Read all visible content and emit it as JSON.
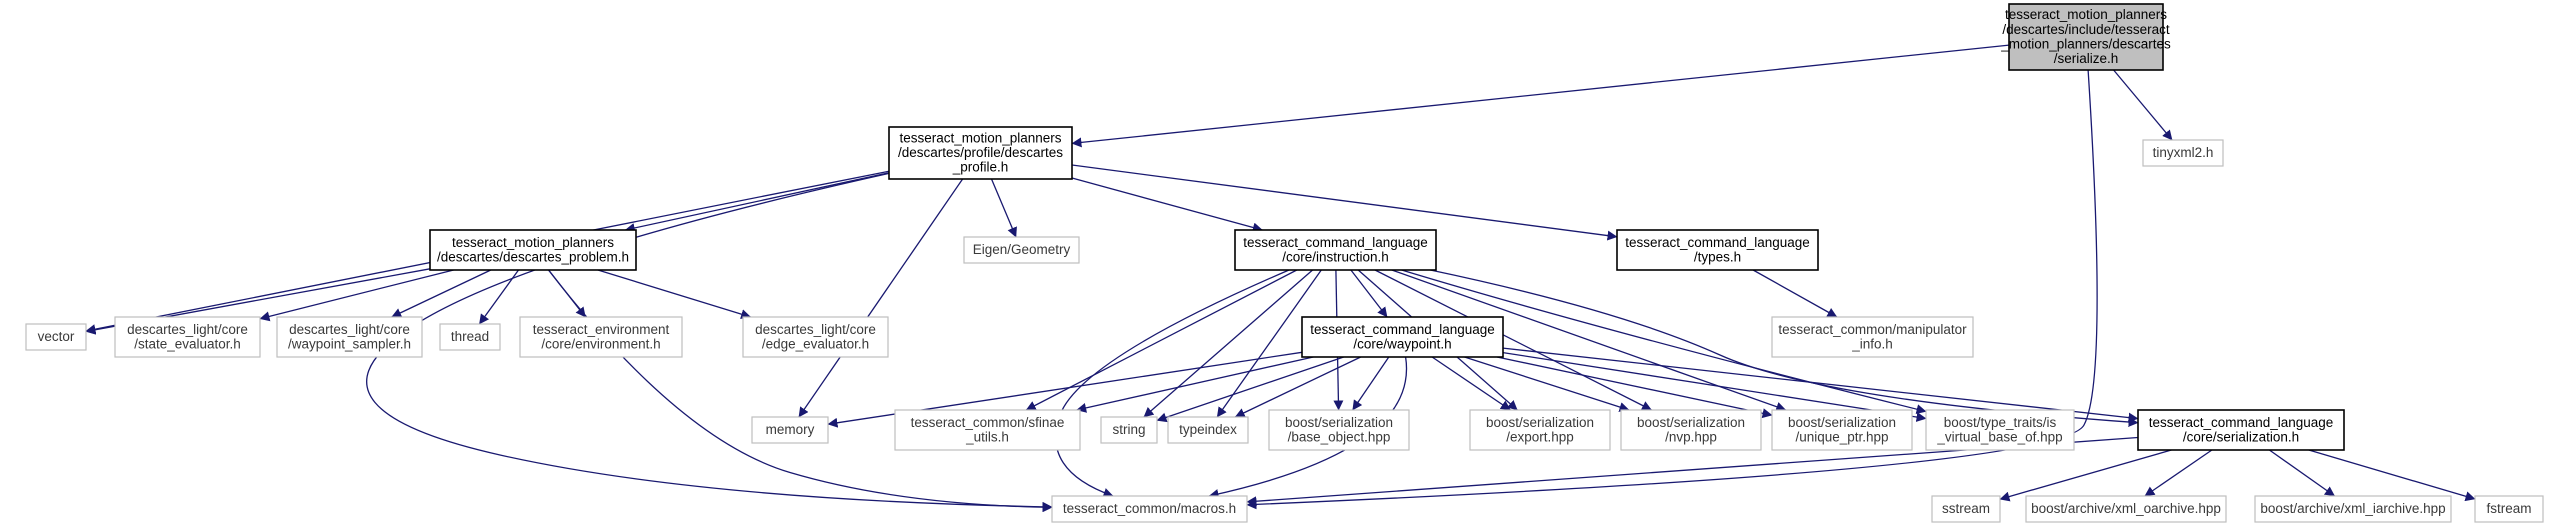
{
  "graph": {
    "edge_color": "#191970",
    "focus_color": "#bfbfbf",
    "nodes": {
      "serialize": {
        "lines": [
          "tesseract_motion_planners",
          "/descartes/include/tesseract",
          "_motion_planners/descartes",
          "/serialize.h"
        ],
        "kind": "focus"
      },
      "descartes_profile": {
        "lines": [
          "tesseract_motion_planners",
          "/descartes/profile/descartes",
          "_profile.h"
        ],
        "kind": "doc"
      },
      "tinyxml2": {
        "lines": [
          "tinyxml2.h"
        ],
        "kind": "ext"
      },
      "descartes_problem": {
        "lines": [
          "tesseract_motion_planners",
          "/descartes/descartes_problem.h"
        ],
        "kind": "doc"
      },
      "eigen_geometry": {
        "lines": [
          "Eigen/Geometry"
        ],
        "kind": "ext"
      },
      "instruction": {
        "lines": [
          "tesseract_command_language",
          "/core/instruction.h"
        ],
        "kind": "doc"
      },
      "types": {
        "lines": [
          "tesseract_command_language",
          "/types.h"
        ],
        "kind": "doc"
      },
      "vector": {
        "lines": [
          "vector"
        ],
        "kind": "ext"
      },
      "state_evaluator": {
        "lines": [
          "descartes_light/core",
          "/state_evaluator.h"
        ],
        "kind": "ext"
      },
      "waypoint_sampler": {
        "lines": [
          "descartes_light/core",
          "/waypoint_sampler.h"
        ],
        "kind": "ext"
      },
      "thread": {
        "lines": [
          "thread"
        ],
        "kind": "ext"
      },
      "environment": {
        "lines": [
          "tesseract_environment",
          "/core/environment.h"
        ],
        "kind": "ext"
      },
      "edge_evaluator": {
        "lines": [
          "descartes_light/core",
          "/edge_evaluator.h"
        ],
        "kind": "ext"
      },
      "waypoint": {
        "lines": [
          "tesseract_command_language",
          "/core/waypoint.h"
        ],
        "kind": "doc"
      },
      "manipulator_info": {
        "lines": [
          "tesseract_common/manipulator",
          "_info.h"
        ],
        "kind": "ext"
      },
      "memory": {
        "lines": [
          "memory"
        ],
        "kind": "ext"
      },
      "sfinae": {
        "lines": [
          "tesseract_common/sfinae",
          "_utils.h"
        ],
        "kind": "ext"
      },
      "string": {
        "lines": [
          "string"
        ],
        "kind": "ext"
      },
      "typeindex": {
        "lines": [
          "typeindex"
        ],
        "kind": "ext"
      },
      "base_object": {
        "lines": [
          "boost/serialization",
          "/base_object.hpp"
        ],
        "kind": "ext"
      },
      "export": {
        "lines": [
          "boost/serialization",
          "/export.hpp"
        ],
        "kind": "ext"
      },
      "nvp": {
        "lines": [
          "boost/serialization",
          "/nvp.hpp"
        ],
        "kind": "ext"
      },
      "unique_ptr": {
        "lines": [
          "boost/serialization",
          "/unique_ptr.hpp"
        ],
        "kind": "ext"
      },
      "virtual_base": {
        "lines": [
          "boost/type_traits/is",
          "_virtual_base_of.hpp"
        ],
        "kind": "ext"
      },
      "serialization": {
        "lines": [
          "tesseract_command_language",
          "/core/serialization.h"
        ],
        "kind": "doc"
      },
      "macros": {
        "lines": [
          "tesseract_common/macros.h"
        ],
        "kind": "ext"
      },
      "sstream": {
        "lines": [
          "sstream"
        ],
        "kind": "ext"
      },
      "xml_oarchive": {
        "lines": [
          "boost/archive/xml_oarchive.hpp"
        ],
        "kind": "ext"
      },
      "xml_iarchive": {
        "lines": [
          "boost/archive/xml_iarchive.hpp"
        ],
        "kind": "ext"
      },
      "fstream": {
        "lines": [
          "fstream"
        ],
        "kind": "ext"
      }
    },
    "edges": [
      [
        "serialize",
        "descartes_profile"
      ],
      [
        "serialize",
        "tinyxml2"
      ],
      [
        "serialize",
        "macros"
      ],
      [
        "descartes_profile",
        "descartes_problem"
      ],
      [
        "descartes_profile",
        "eigen_geometry"
      ],
      [
        "descartes_profile",
        "instruction"
      ],
      [
        "descartes_profile",
        "types"
      ],
      [
        "descartes_profile",
        "vector"
      ],
      [
        "descartes_profile",
        "memory"
      ],
      [
        "descartes_profile",
        "macros"
      ],
      [
        "descartes_problem",
        "vector"
      ],
      [
        "descartes_problem",
        "state_evaluator"
      ],
      [
        "descartes_problem",
        "waypoint_sampler"
      ],
      [
        "descartes_problem",
        "thread"
      ],
      [
        "descartes_problem",
        "environment"
      ],
      [
        "descartes_problem",
        "edge_evaluator"
      ],
      [
        "descartes_problem",
        "macros"
      ],
      [
        "instruction",
        "waypoint"
      ],
      [
        "instruction",
        "sfinae"
      ],
      [
        "instruction",
        "string"
      ],
      [
        "instruction",
        "typeindex"
      ],
      [
        "instruction",
        "base_object"
      ],
      [
        "instruction",
        "export"
      ],
      [
        "instruction",
        "nvp"
      ],
      [
        "instruction",
        "unique_ptr"
      ],
      [
        "instruction",
        "virtual_base"
      ],
      [
        "instruction",
        "serialization"
      ],
      [
        "instruction",
        "macros"
      ],
      [
        "types",
        "manipulator_info"
      ],
      [
        "waypoint",
        "memory"
      ],
      [
        "waypoint",
        "sfinae"
      ],
      [
        "waypoint",
        "string"
      ],
      [
        "waypoint",
        "typeindex"
      ],
      [
        "waypoint",
        "base_object"
      ],
      [
        "waypoint",
        "export"
      ],
      [
        "waypoint",
        "nvp"
      ],
      [
        "waypoint",
        "unique_ptr"
      ],
      [
        "waypoint",
        "virtual_base"
      ],
      [
        "waypoint",
        "serialization"
      ],
      [
        "waypoint",
        "macros"
      ],
      [
        "serialization",
        "macros"
      ],
      [
        "serialization",
        "sstream"
      ],
      [
        "serialization",
        "xml_oarchive"
      ],
      [
        "serialization",
        "xml_iarchive"
      ],
      [
        "serialization",
        "fstream"
      ]
    ]
  }
}
